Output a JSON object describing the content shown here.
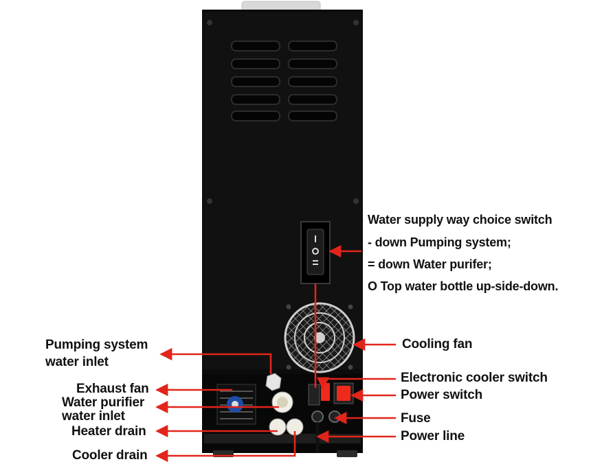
{
  "labels": {
    "switch_title": "Water supply way choice switch",
    "switch_line1": "- down Pumping system;",
    "switch_line2": "= down Water purifer;",
    "switch_line3": "O Top water bottle up-side-down.",
    "cooling_fan": "Cooling fan",
    "pumping_inlet_1": "Pumping system",
    "pumping_inlet_2": "water inlet",
    "exhaust_fan": "Exhaust fan",
    "purifier_inlet_1": "Water purifier",
    "purifier_inlet_2": "water inlet",
    "heater_drain": "Heater drain",
    "cooler_drain": "Cooler drain",
    "electronic_cooler_switch": "Electronic cooler switch",
    "power_switch": "Power switch",
    "fuse": "Fuse",
    "power_line": "Power line"
  },
  "colors": {
    "arrow": "#e1251b",
    "cabinet": "#0c0c0c",
    "rocker_red": "#ef2a1c",
    "text": "#111111"
  }
}
